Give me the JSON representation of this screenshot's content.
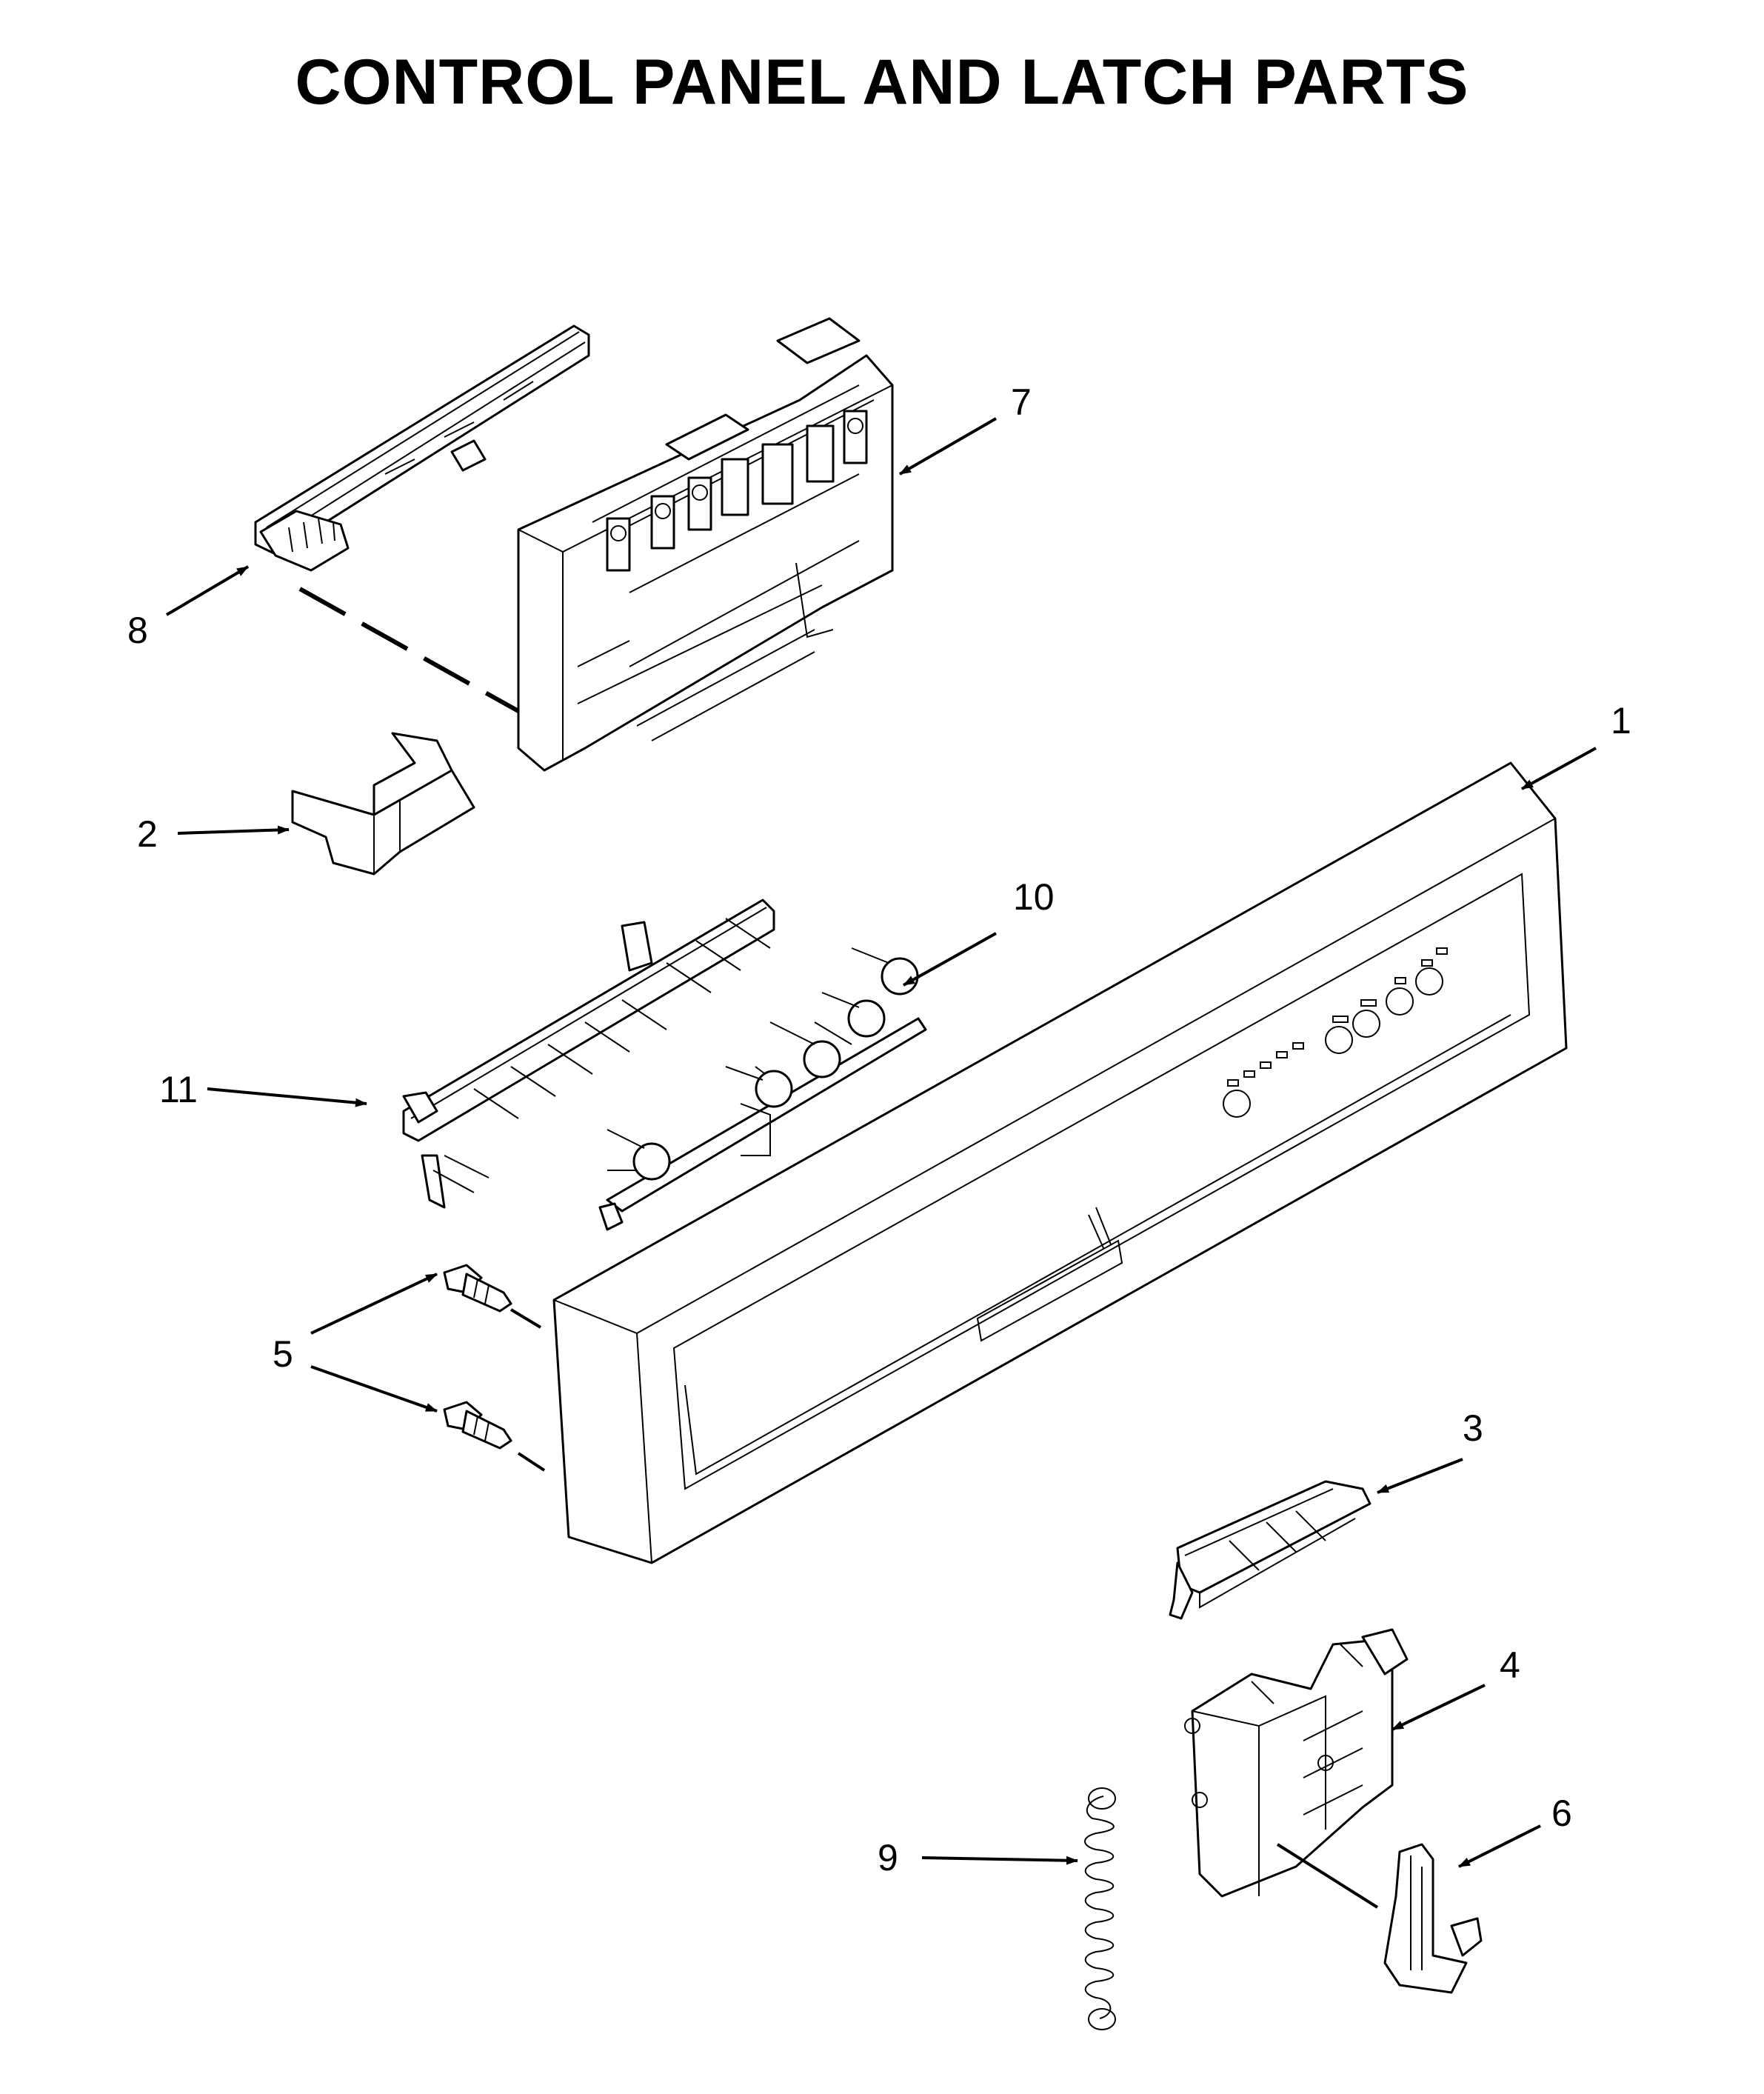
{
  "title": "CONTROL PANEL AND LATCH PARTS",
  "callouts": [
    {
      "id": "c1",
      "label": "1"
    },
    {
      "id": "c2",
      "label": "2"
    },
    {
      "id": "c3",
      "label": "3"
    },
    {
      "id": "c4",
      "label": "4"
    },
    {
      "id": "c5",
      "label": "5"
    },
    {
      "id": "c6",
      "label": "6"
    },
    {
      "id": "c7",
      "label": "7"
    },
    {
      "id": "c8",
      "label": "8"
    },
    {
      "id": "c9",
      "label": "9"
    },
    {
      "id": "c10",
      "label": "10"
    },
    {
      "id": "c11",
      "label": "11"
    }
  ]
}
